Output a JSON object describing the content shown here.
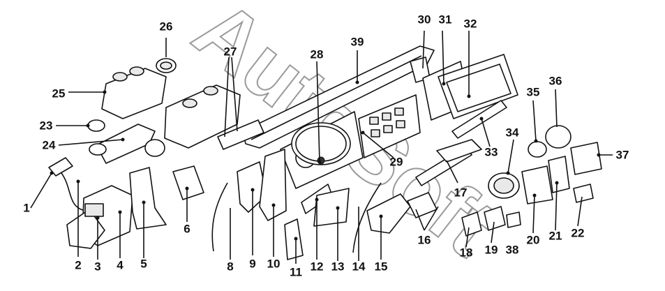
{
  "watermark": {
    "text": "AutoSoft",
    "color": "#9a9a9a"
  },
  "colors": {
    "ink": "#111111",
    "background": "#ffffff"
  },
  "callouts": [
    "1",
    "2",
    "3",
    "4",
    "5",
    "6",
    "8",
    "9",
    "10",
    "11",
    "12",
    "13",
    "14",
    "15",
    "16",
    "17",
    "18",
    "19",
    "20",
    "21",
    "22",
    "23",
    "24",
    "25",
    "26",
    "27",
    "28",
    "29",
    "30",
    "31",
    "32",
    "33",
    "34",
    "35",
    "36",
    "37",
    "38",
    "39"
  ]
}
